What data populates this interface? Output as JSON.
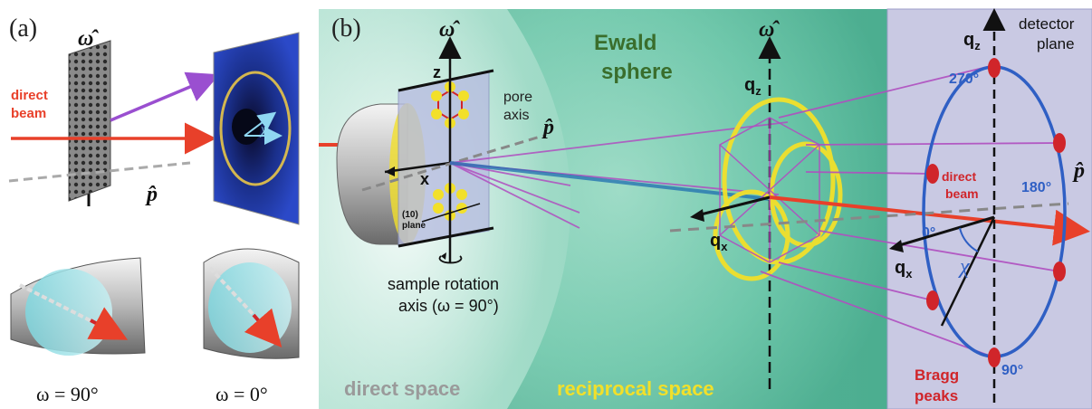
{
  "panel_a": {
    "label": "(a)",
    "omega_hat": "ω̂",
    "p_hat": "p̂",
    "direct_beam_line1": "direct",
    "direct_beam_line2": "beam",
    "chi": "χ",
    "omega_90": "ω = 90°",
    "omega_0": "ω = 0°"
  },
  "panel_b": {
    "label": "(b)",
    "omega_hat": "ω̂",
    "z_label": "z",
    "x_label": "x",
    "pore_axis_line1": "pore",
    "pore_axis_line2": "axis",
    "p_hat": "p̂",
    "plane_line1": "(10)",
    "plane_line2": "plane",
    "rotation_line1": "sample rotation",
    "rotation_line2": "axis (ω = 90°)",
    "ewald_line1": "Ewald",
    "ewald_line2": "sphere",
    "omega_hat_2": "ω̂",
    "qz_2": "q",
    "qz_2_sub": "z",
    "qx_2": "q",
    "qx_2_sub": "x",
    "direct_space": "direct space",
    "reciprocal_space": "reciprocal space",
    "detector_line1": "detector",
    "detector_line2": "plane",
    "qz_3": "q",
    "qz_3_sub": "z",
    "qx_3": "q",
    "qx_3_sub": "x",
    "chi": "χ",
    "angle_270": "270°",
    "angle_180": "180°",
    "angle_0": "0°",
    "angle_90": "90°",
    "direct_beam_line1": "direct",
    "direct_beam_line2": "beam",
    "bragg_line1": "Bragg",
    "bragg_line2": "peaks",
    "p_hat_3": "p̂"
  },
  "colors": {
    "beam_red": "#e8402a",
    "purple": "#b04fc0",
    "blue_circle": "#2f5fc4",
    "angle_blue": "#2f5fc4",
    "bragg_red": "#d0252a",
    "ewald_text": "#3a6e2c",
    "yellow": "#f2e02a",
    "detector_bg": "#c9c9e3",
    "sphere_teal": "#4fb899"
  }
}
